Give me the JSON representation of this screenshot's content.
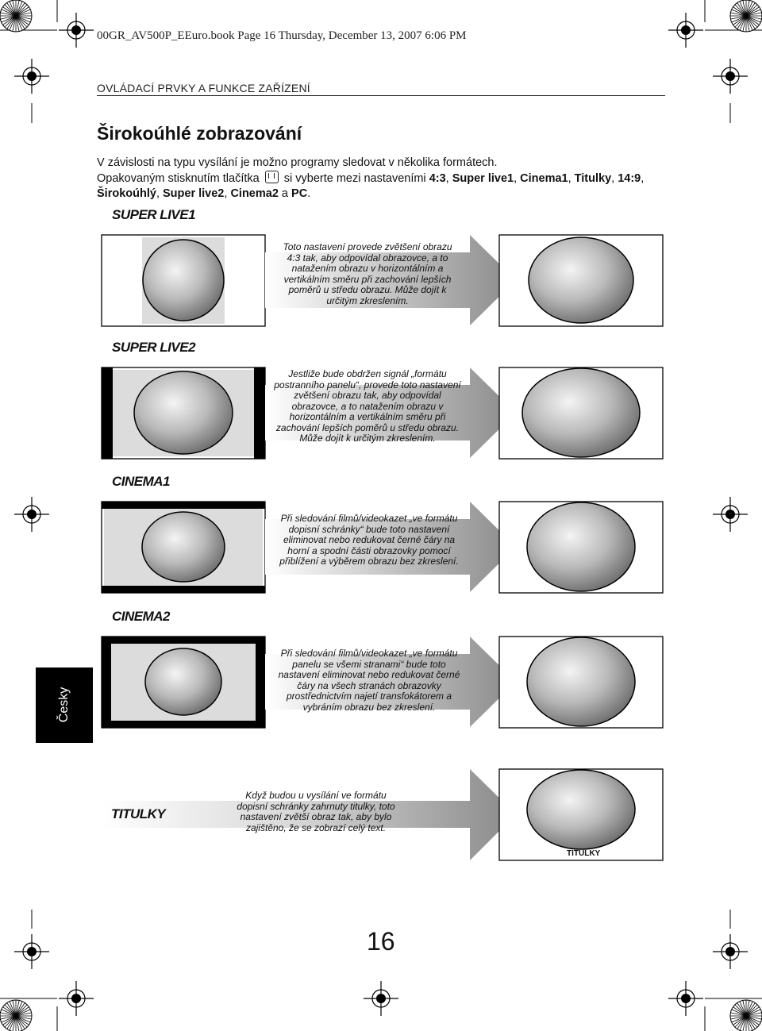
{
  "file_header": "00GR_AV500P_EEuro.book  Page 16  Thursday, December 13, 2007  6:06 PM",
  "section_heading": "OVLÁDACÍ PRVKY A FUNKCE ZAŘÍZENÍ",
  "page_title": "Širokoúhlé zobrazování",
  "intro": {
    "line1": "V závislosti na typu vysílání je možno programy sledovat v několika formátech.",
    "line2_before_icon": "Opakovaným stisknutím tlačítka",
    "line2_after_icon": "si vyberte mezi nastaveními",
    "opt1": "4:3",
    "opt2": "Super live1",
    "opt3": "Cinema1",
    "opt4": "Titulky",
    "opt5": "14:9",
    "opt6": "Širokoúhlý",
    "opt7": "Super live2",
    "opt8": "Cinema2",
    "conj": "a",
    "opt9": "PC"
  },
  "modes": [
    {
      "label": "SUPER LIVE1",
      "description": "Toto nastavení provede zvětšení obrazu 4:3 tak, aby odpovídal obrazovce, a to natažením obrazu v horizontálním a vertikálním směru při zachování lepších poměrů u středu obrazu. Může dojít k určitým zkreslením."
    },
    {
      "label": "SUPER LIVE2",
      "description": "Jestliže bude obdržen signál „formátu postranního panelu“, provede toto nastavení zvětšení obrazu tak, aby odpovídal obrazovce, a to natažením obrazu v horizontálním a vertikálním směru při zachování lepších poměrů u středu obrazu. Může dojít k určitým zkreslením."
    },
    {
      "label": "CINEMA1",
      "description": "Při sledování filmů/videokazet „ve formátu dopisní schránky“ bude toto nastavení eliminovat nebo redukovat černé čáry na horní a spodní části obrazovky pomocí přiblížení a výběrem obrazu bez zkreslení."
    },
    {
      "label": "CINEMA2",
      "description": "Při sledování filmů/videokazet „ve formátu panelu se všemi stranami“ bude toto nastavení eliminovat nebo redukovat černé čáry na všech stranách obrazovky prostřednictvím najetí transfokátorem a vybráním obrazu bez zkreslení."
    },
    {
      "label": "TITULKY",
      "description": "Když budou u vysílání ve formátu dopisní schránky zahrnuty titulky, toto nastavení zvětší obraz tak, aby bylo zajištěno, že se zobrazí celý text."
    }
  ],
  "subtitle_caption": "TITULKY",
  "language_tab": "Česky",
  "page_number": "16"
}
